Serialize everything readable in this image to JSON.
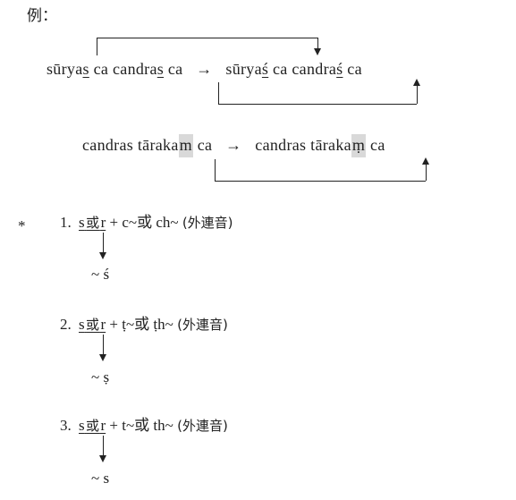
{
  "label": "例：",
  "example1": {
    "left_a": "sūrya",
    "left_s": "s",
    "left_b": " ca candra",
    "left_s2": "s",
    "left_c": " ca",
    "arrow": "→",
    "right_a": "sūrya",
    "right_s": "ś",
    "right_b": " ca candra",
    "right_s2": "ś",
    "right_c": " ca"
  },
  "example2": {
    "left_a": "candras tāraka",
    "left_m": "m",
    "left_b": " ca",
    "arrow": "→",
    "right_a": "candras tāraka",
    "right_m": "ṃ",
    "right_b": " ca"
  },
  "bullet": "*",
  "rules": [
    {
      "number": "1.",
      "s": "s",
      "or": "或",
      "r": "r",
      "plus": "+ c~或 ch~",
      "note": "(外連音)",
      "result": "~ ś"
    },
    {
      "number": "2.",
      "s": "s",
      "or": "或",
      "r": "r",
      "plus": "+ ṭ~或 ṭh~",
      "note": "(外連音)",
      "result": "~ ṣ"
    },
    {
      "number": "3.",
      "s": "s",
      "or": "或",
      "r": "r",
      "plus": "+ t~或 th~",
      "note": "(外連音)",
      "result": "~ s"
    }
  ]
}
